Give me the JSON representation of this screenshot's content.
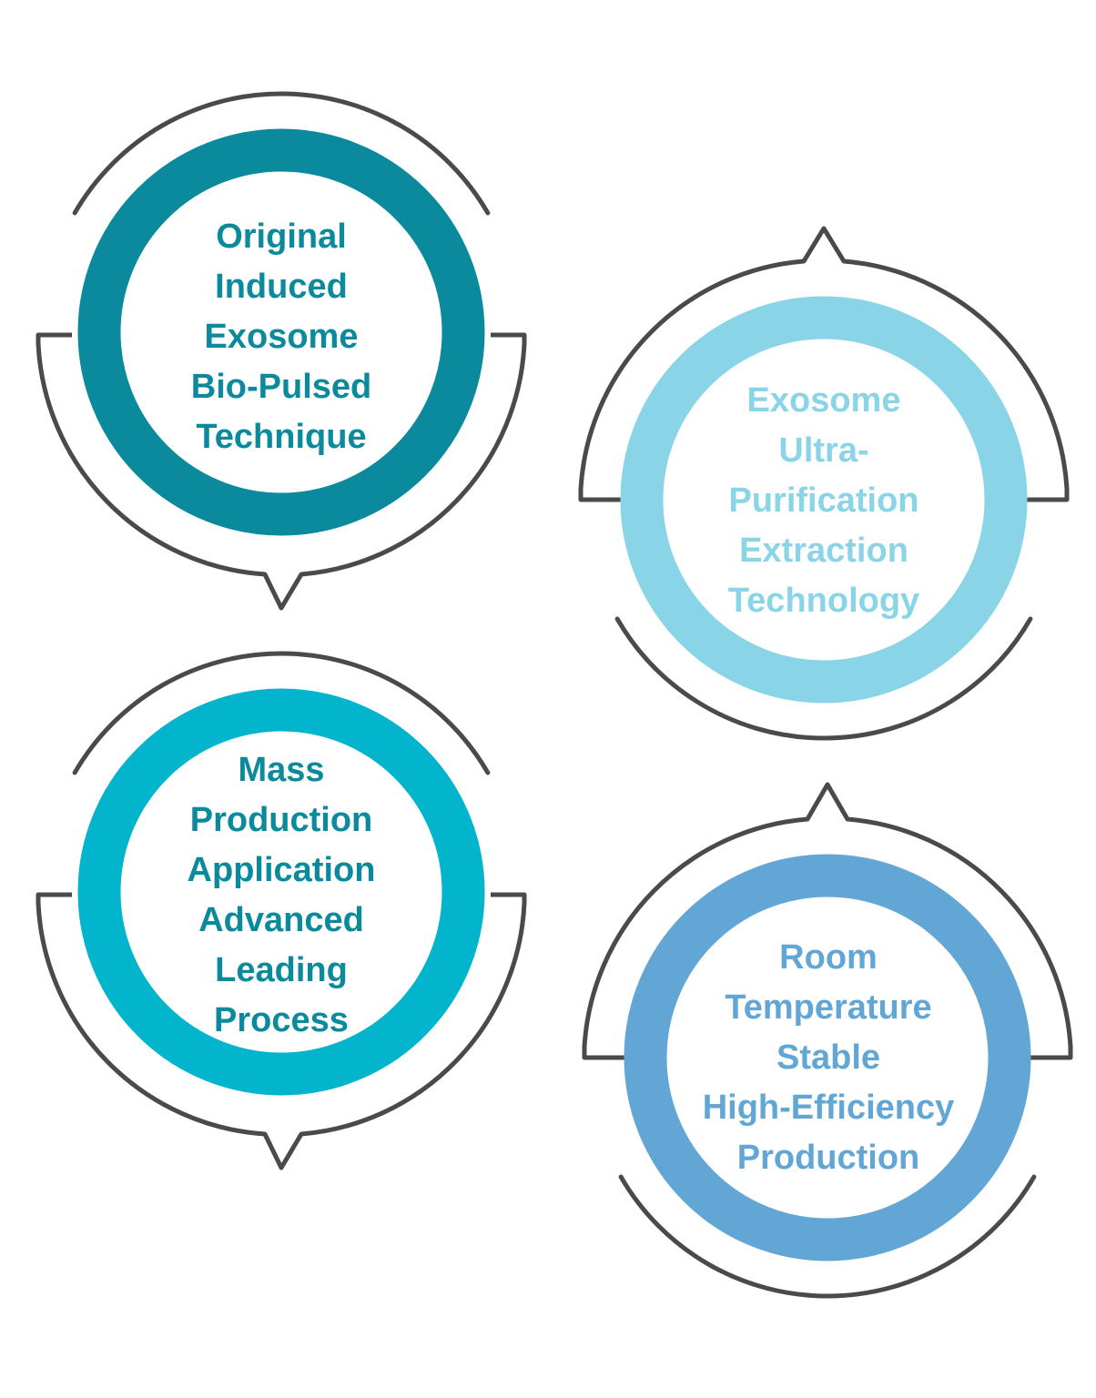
{
  "colors": {
    "outline": "#4a4a4a",
    "white": "#ffffff"
  },
  "nodes": [
    {
      "id": "node-1",
      "ring_color": "#0a8a9c",
      "text_color": "#0a8a9c",
      "pointer": "bottom",
      "lines": [
        "Original",
        "Induced",
        "Exosome",
        "Bio-Pulsed",
        "Technique"
      ]
    },
    {
      "id": "node-2",
      "ring_color": "#8ad4e8",
      "text_color": "#8ad4e8",
      "pointer": "top",
      "lines": [
        "Exosome",
        "Ultra-",
        "Purification",
        "Extraction",
        "Technology"
      ]
    },
    {
      "id": "node-3",
      "ring_color": "#02b4cc",
      "text_color": "#0a8a9c",
      "pointer": "bottom",
      "lines": [
        "Mass",
        "Production",
        "Application",
        "Advanced",
        "Leading",
        "Process"
      ]
    },
    {
      "id": "node-4",
      "ring_color": "#62a6d6",
      "text_color": "#62a6d6",
      "pointer": "top",
      "lines": [
        "Room",
        "Temperature",
        "Stable",
        "High-Efficiency",
        "Production"
      ]
    }
  ]
}
